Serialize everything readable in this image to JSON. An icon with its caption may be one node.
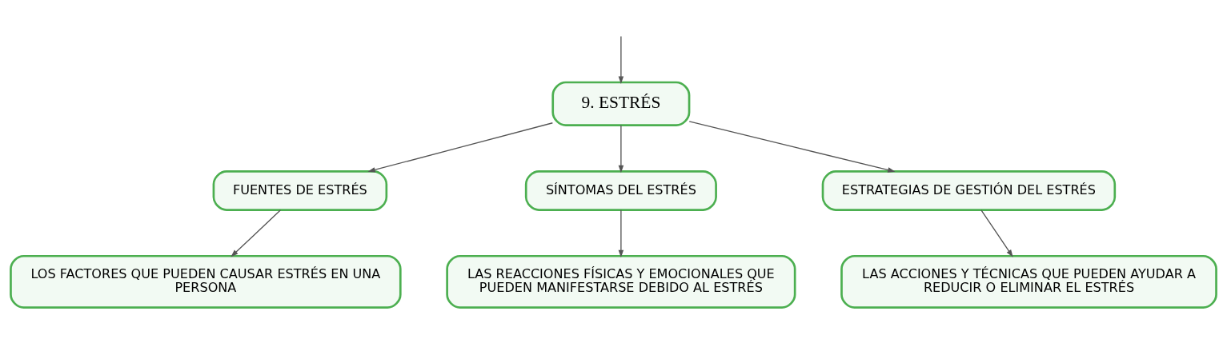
{
  "diagram": {
    "nodes": [
      {
        "text": [
          "9. ESTRÉS"
        ]
      },
      {
        "text": [
          "FUENTES DE ESTRÉS"
        ]
      },
      {
        "text": [
          "SÍNTOMAS DEL ESTRÉS"
        ]
      },
      {
        "text": [
          "ESTRATEGIAS DE GESTIÓN DEL ESTRÉS"
        ]
      },
      {
        "text": [
          "LOS FACTORES QUE PUEDEN CAUSAR ESTRÉS EN UNA PERSONA"
        ]
      },
      {
        "text": [
          "LAS REACCIONES FÍSICAS Y EMOCIONALES QUE PUEDEN MANIFESTARSE DEBIDO AL ESTRÉS"
        ]
      },
      {
        "text": [
          "LAS ACCIONES Y TÉCNICAS QUE PUEDEN AYUDAR A REDUCIR O ELIMINAR EL ESTRÉS"
        ]
      }
    ],
    "edges": [
      {
        "from": null,
        "to": 0,
        "arrow": "to"
      },
      {
        "from": 0,
        "to": 1,
        "arrow": "to"
      },
      {
        "from": 0,
        "to": 2,
        "arrow": "to"
      },
      {
        "from": 0,
        "to": 3,
        "arrow": "to"
      },
      {
        "from": 1,
        "to": 4,
        "arrow": "to"
      },
      {
        "from": 2,
        "to": 5,
        "arrow": "to"
      },
      {
        "from": 3,
        "to": 6,
        "arrow": "to"
      }
    ]
  }
}
